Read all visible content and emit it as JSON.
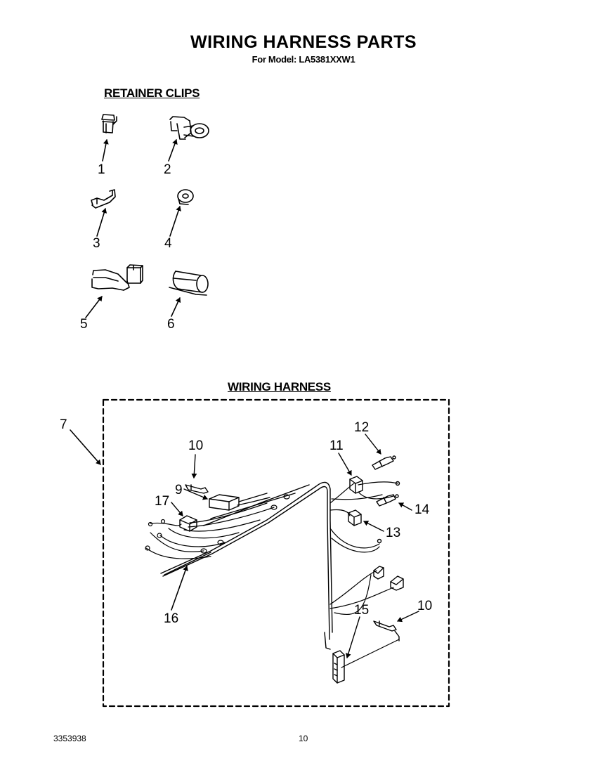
{
  "header": {
    "title": "WIRING HARNESS PARTS",
    "subtitle": "For Model: LA5381XXW1"
  },
  "sections": {
    "retainer_clips": "RETAINER CLIPS",
    "wiring_harness": "WIRING HARNESS"
  },
  "retainer_clips": {
    "labels": [
      "1",
      "2",
      "3",
      "4",
      "5",
      "6"
    ]
  },
  "harness": {
    "frame_label": "7",
    "labels": {
      "p9": "9",
      "p10a": "10",
      "p10b": "10",
      "p11": "11",
      "p12": "12",
      "p13": "13",
      "p14": "14",
      "p15": "15",
      "p16": "16",
      "p17": "17"
    }
  },
  "footer": {
    "part_number": "3353938",
    "page_number": "10"
  }
}
